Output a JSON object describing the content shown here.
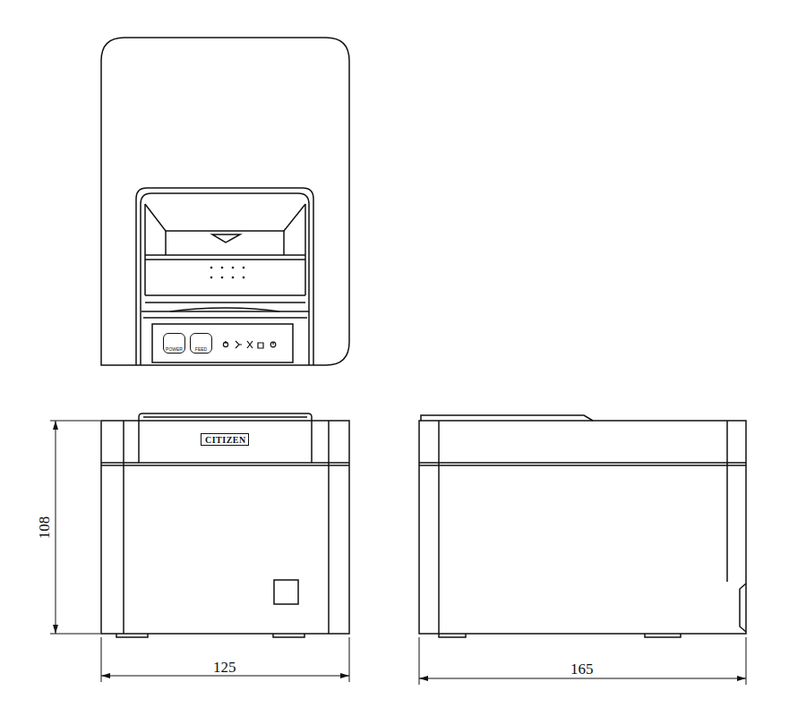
{
  "diagram": {
    "nodes": [
      {
        "text": [
          "POWER"
        ]
      },
      {
        "text": [
          "FEED"
        ]
      },
      {
        "text": [
          "CITIZEN"
        ]
      }
    ],
    "labels": [
      "108",
      "125",
      "165"
    ]
  }
}
